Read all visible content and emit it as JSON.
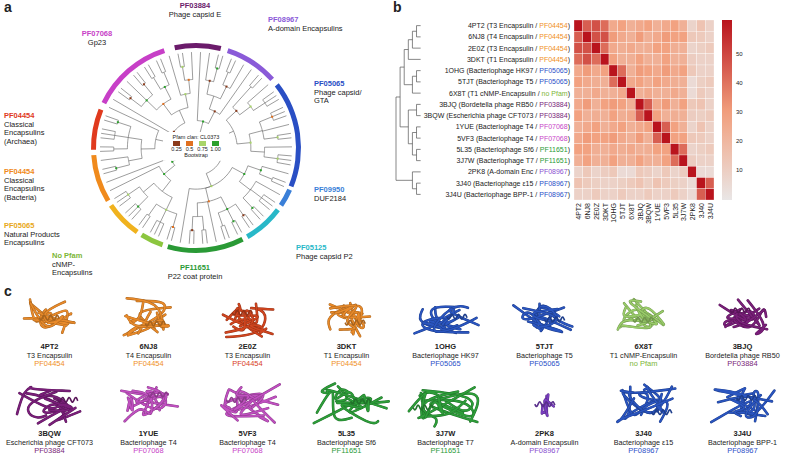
{
  "diagram": {
    "labels": [
      "a",
      "PF03884",
      "Phage capsid E",
      "PF08967",
      "A-domain Encapsulins",
      "PF07068",
      "Gp23",
      "PF05065",
      "Phage capsid/ GTA",
      "PF04454",
      "Classical Encapsulins (Archaea)",
      "PF04454",
      "Classical Encapsulins (Bacteria)",
      "PF09950",
      "DUF2184",
      "PF05065",
      "Natural Products Encapsulins",
      "PF05125",
      "Phage capsid P2",
      "No Pfam",
      "cNMP- Encapsulins",
      "PF11651",
      "P22 coat protein",
      "Pfam clan: CL0373",
      "Bootstrap",
      "b",
      "4PT2 (T3 Encapsulin /",
      "PF04454",
      ")",
      "6NJ8 (T4 Encapsulin /",
      "PF04454",
      ")",
      "2E0Z (T3 Encapsulin /",
      "PF04454",
      ")",
      "3DKT (T1 Encapsulin /",
      "PF04454",
      ")",
      "1OHG (Bacteriophage HK97 /",
      "PF05065",
      ")",
      "5TJT (Bacteriophage T5 /",
      "PF05065",
      ")",
      "6X8T (T1 cNMP-Encapsulin /",
      "no Pfam",
      ")",
      "3BJQ (Bordetella phage RB50 /",
      "PF03884",
      ")",
      "3BQW (Escherichia phage CFT073 /",
      "PF03884",
      ")",
      "1YUE (Bacteriophage T4 /",
      "PF07068",
      ")",
      "5VF3 (Bacteriophage T4 /",
      "PF07068",
      ")",
      "5L35 (Bacteriophage Sf6 /",
      "PF11651",
      ")",
      "3J7W (Bacteriophage T7 /",
      "PF11651",
      ")",
      "2PK8 (A-domain Enc /",
      "PF08967",
      ")",
      "3J40 (Bacteriophage ε15 /",
      "PF08967",
      ")",
      "3J4U (Bacteriophage BPP-1 /",
      "PF08967",
      ")",
      "4PT2",
      "6NJ8",
      "2E0Z",
      "3DKT",
      "1OHG",
      "5TJT",
      "6X8T",
      "3BJQ",
      "3BQW",
      "1YUE",
      "5VF3",
      "5L35",
      "3J7W",
      "2PK8",
      "3J40",
      "3J4U",
      "50",
      "40",
      "30",
      "20",
      "10",
      "c",
      "4PT2",
      "T3 Encapsulin",
      "PF04454",
      "6NJ8",
      "T4 Encapsulin",
      "PF04454",
      "2E0Z",
      "T3 Encapsulin",
      "PF04454",
      "3DKT",
      "T1 Encapsulin",
      "PF04454",
      "1OHG",
      "Bacteriophage HK97",
      "PF05065",
      "5TJT",
      "Bacteriophage T5",
      "PF05065",
      "6X8T",
      "T1 cNMP-Encapsulin",
      "no Pfam",
      "3BJQ",
      "Bordetella phage RB50",
      "PF03884",
      "3BQW",
      "Escherichia phage CFT073",
      "PF03884",
      "1YUE",
      "Bacteriophage T4",
      "PF07068",
      "5VF3",
      "Bacteriophage T4",
      "PF07068",
      "5L35",
      "Bacteriophage Sf6",
      "PF11651",
      "3J7W",
      "Bacteriophage T7",
      "PF11651",
      "2PK8",
      "A-domain Encapsulin",
      "PF08967",
      "3J40",
      "Bacteriophage ε15",
      "PF08967",
      "3J4U",
      "Bacteriophage BPP-1",
      "PF08967"
    ],
    "legend": [
      {
        "text": "0.25",
        "color": "#8b3a1a"
      },
      {
        "text": "0.5",
        "color": "#e07020"
      },
      {
        "text": "0.75",
        "color": "#a8d468"
      },
      {
        "text": "1.00",
        "color": "#2ca02c"
      }
    ]
  }
}
